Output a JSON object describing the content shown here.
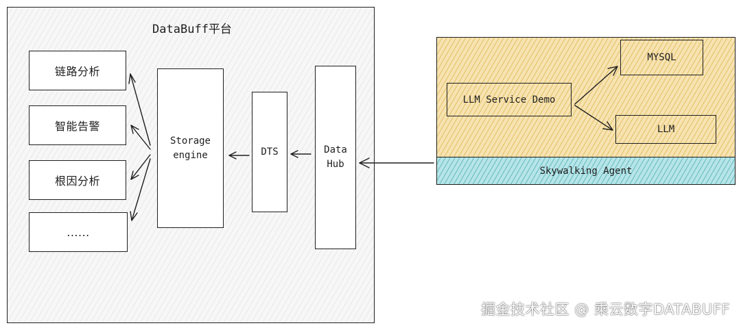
{
  "platform": {
    "title": "DataBuff平台",
    "features": [
      "链路分析",
      "智能告警",
      "根因分析",
      "......"
    ],
    "storage_engine": "Storage engine",
    "dts": "DTS",
    "data_hub": "Data Hub"
  },
  "service": {
    "demo": "LLM Service Demo",
    "mysql": "MYSQL",
    "llm": "LLM",
    "agent": "Skywalking Agent"
  },
  "watermark": "掘金技术社区 @ 乘云数字DATABUFF"
}
